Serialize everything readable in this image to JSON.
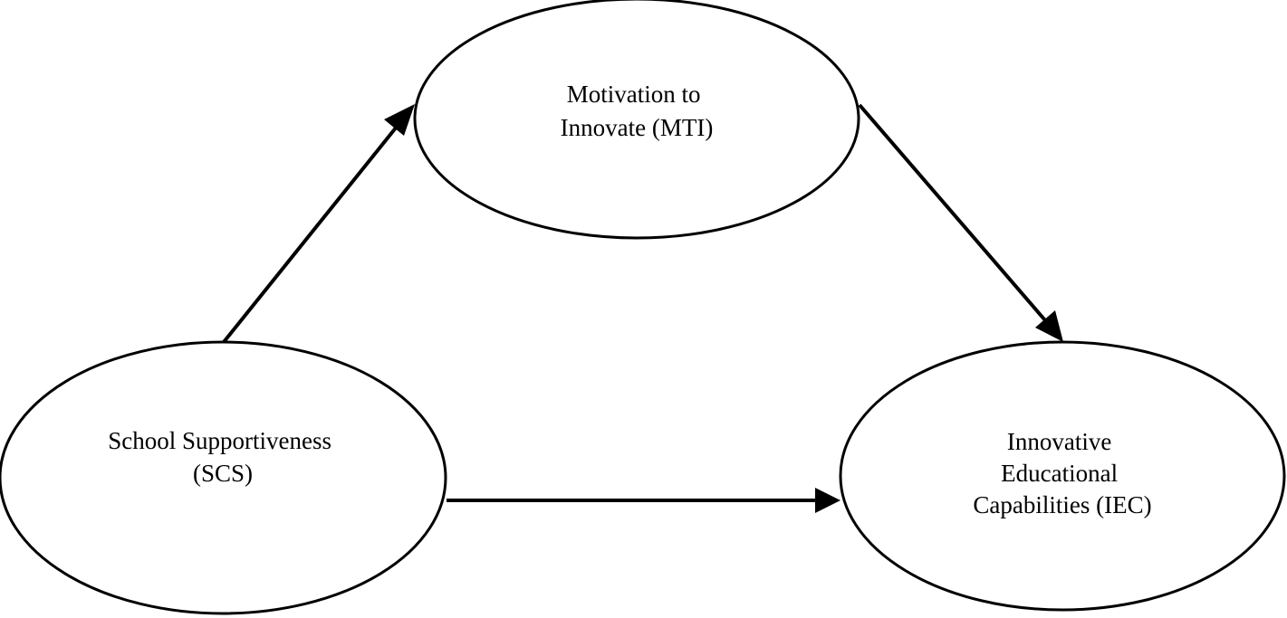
{
  "nodes": {
    "mti": {
      "label_lines": [
        "Motivation to",
        "Innovate (MTI)"
      ]
    },
    "scs": {
      "label_lines": [
        "School Supportiveness",
        "(SCS)"
      ]
    },
    "iec": {
      "label_lines": [
        "Innovative",
        "Educational",
        "Capabilities (IEC)"
      ]
    }
  },
  "edges": [
    {
      "from": "scs",
      "to": "mti"
    },
    {
      "from": "mti",
      "to": "iec"
    },
    {
      "from": "scs",
      "to": "iec"
    }
  ],
  "colors": {
    "stroke": "#000000",
    "background": "#ffffff"
  }
}
